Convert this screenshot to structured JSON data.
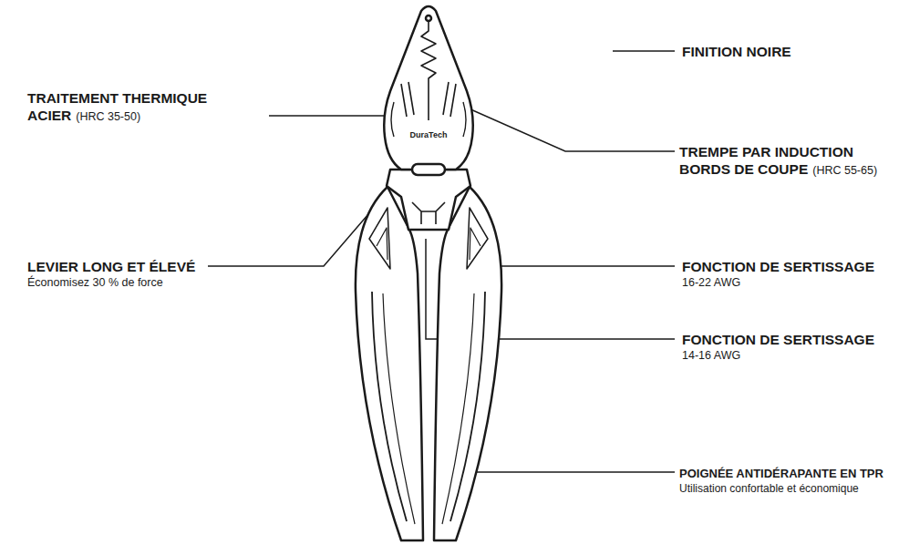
{
  "diagram": {
    "labels": [
      "FINITION NOIRE",
      "TRAITEMENT THERMIQUE ACIER",
      "(HRC 35-50)",
      "DuraTech",
      "TREMPE PAR INDUCTION BORDS DE COUPE",
      "(HRC 55-65)",
      "FONCTION DE SERTISSAGE",
      "16-22 AWG",
      "LEVIER LONG ET ÉLEVÉ",
      "Économisez 30 % de force",
      "FONCTION DE SERTISSAGE",
      "14-16 AWG",
      "POIGNÉE ANTIDÉRAPANTE EN TPR",
      "Utilisation confortable et économique"
    ]
  }
}
